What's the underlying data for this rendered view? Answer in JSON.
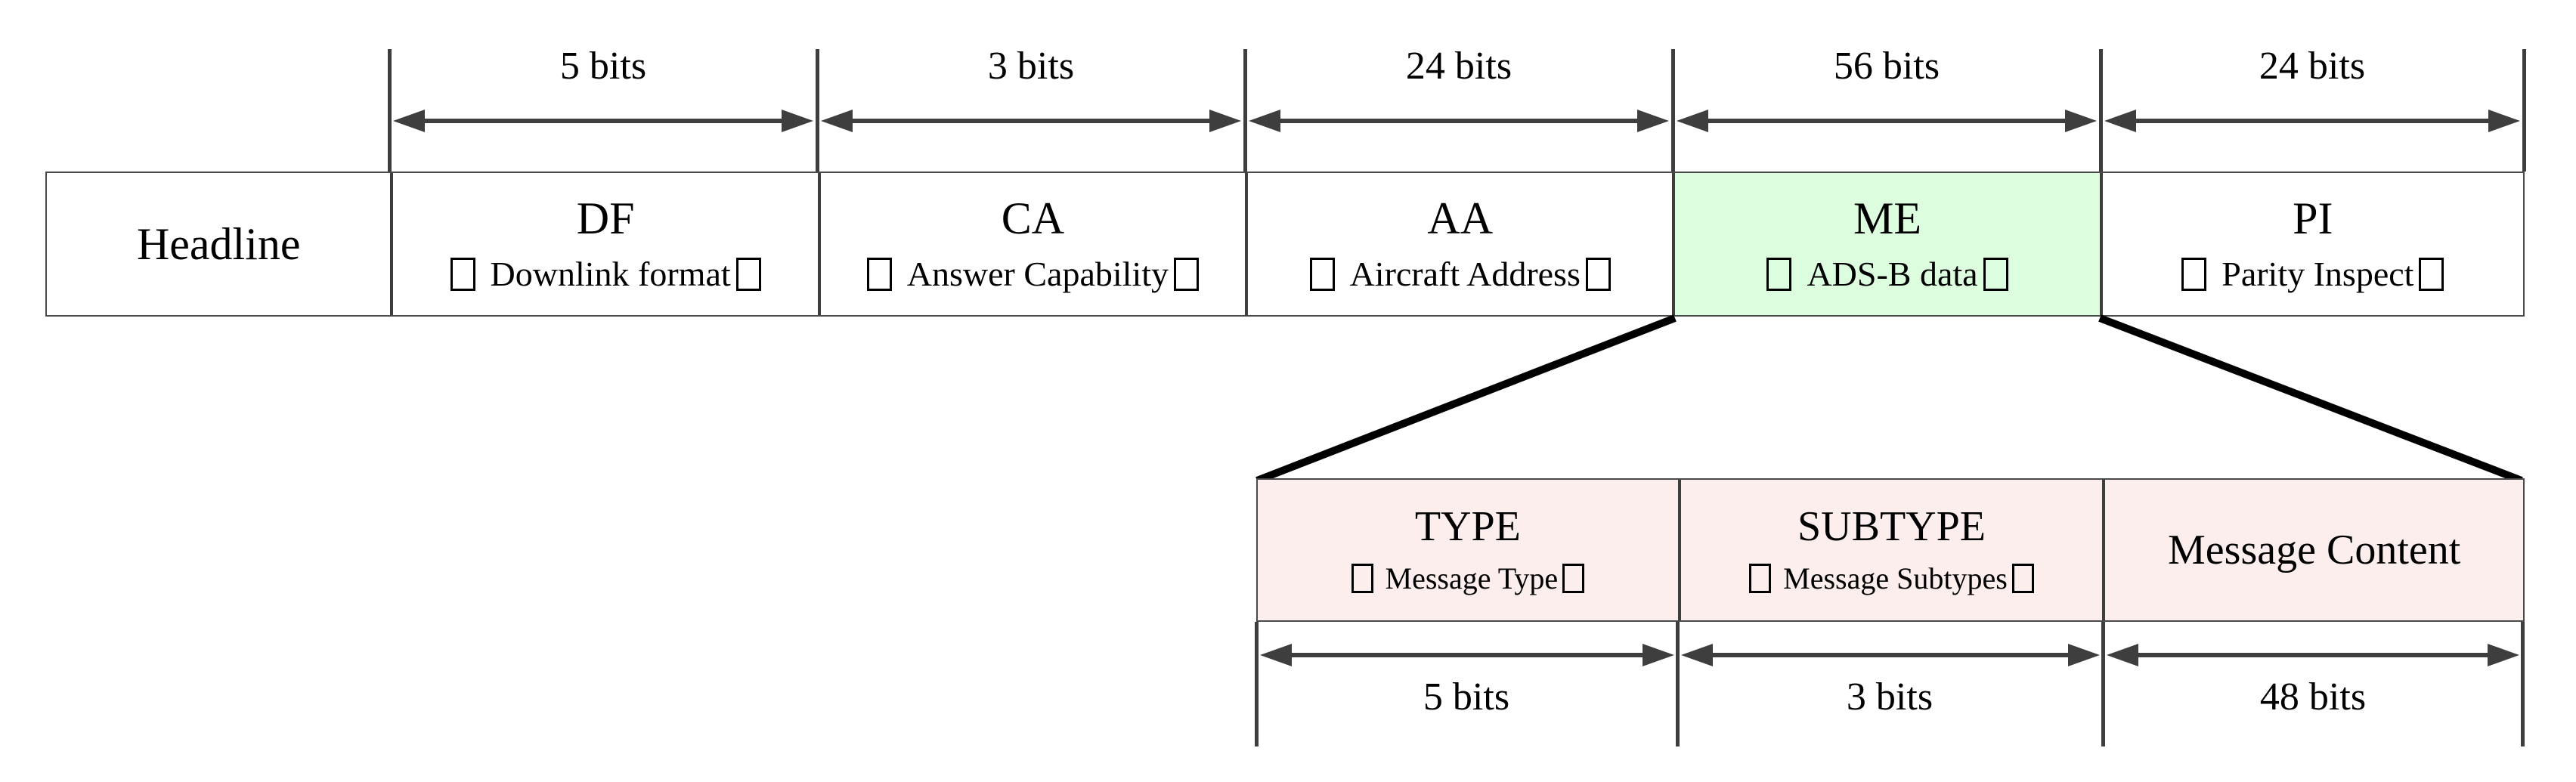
{
  "top_bits": [
    "5 bits",
    "3 bits",
    "24 bits",
    "56 bits",
    "24 bits"
  ],
  "frame_fields": [
    {
      "code": "Headline",
      "note": ""
    },
    {
      "code": "DF",
      "note": "Downlink format"
    },
    {
      "code": "CA",
      "note": "Answer Capability"
    },
    {
      "code": "AA",
      "note": "Aircraft Address"
    },
    {
      "code": "ME",
      "note": "ADS-B data"
    },
    {
      "code": "PI",
      "note": "Parity Inspect"
    }
  ],
  "me_expansion": {
    "fields": [
      {
        "code": "TYPE",
        "note": "Message Type"
      },
      {
        "code": "SUBTYPE",
        "note": "Message Subtypes"
      },
      {
        "code": "Message Content",
        "note": ""
      }
    ],
    "bits": [
      "5 bits",
      "3 bits",
      "48 bits"
    ]
  },
  "colors": {
    "me_fill": "#dcfedf",
    "expansion_fill": "#fceeec",
    "line": "#3e3e3e",
    "connector": "#000000",
    "text": "#000000"
  }
}
